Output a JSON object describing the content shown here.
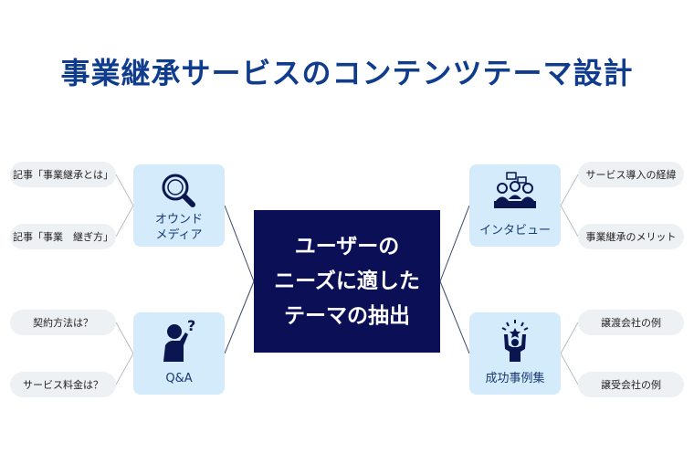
{
  "title": "事業継承サービスのコンテンツテーマ設計",
  "center": {
    "lines": [
      "ユーザーの",
      "ニーズに適した",
      "テーマの抽出"
    ]
  },
  "categories": {
    "owned_media": {
      "label_line1": "オウンド",
      "label_line2": "メディア",
      "icon": "magnifier-icon"
    },
    "qa": {
      "label": "Q&A",
      "icon": "person-question-icon"
    },
    "interview": {
      "label": "インタビュー",
      "icon": "meeting-people-icon"
    },
    "case_studies": {
      "label": "成功事例集",
      "icon": "success-person-icon"
    }
  },
  "topics": {
    "owned_media": [
      "記事「事業継承とは」",
      "記事「事業　継ぎ方」"
    ],
    "qa": [
      "契約方法は？",
      "サービス料金は？"
    ],
    "interview": [
      "サービス導入の経緯",
      "事業継承のメリット"
    ],
    "case_studies": [
      "譲渡会社の例",
      "譲受会社の例"
    ]
  },
  "colors": {
    "title": "#0f3c8c",
    "center_bg": "#0b0f55",
    "category_bg": "#d3ebfa",
    "pill_bg": "#eef1f4",
    "icon": "#0b1550"
  }
}
